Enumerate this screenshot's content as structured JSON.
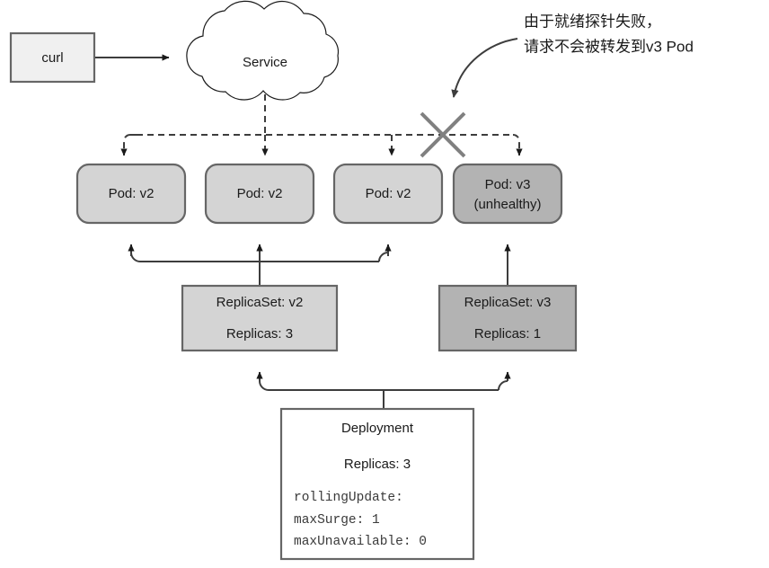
{
  "diagram": {
    "title": "Kubernetes rolling update with failing readiness probe",
    "colors": {
      "pod_v2_fill": "#d4d4d4",
      "pod_v3_fill": "#b3b3b3",
      "replicaset_v2_fill": "#d4d4d4",
      "replicaset_v3_fill": "#b3b3b3",
      "deployment_fill": "#ffffff",
      "curl_fill": "#f0f0f0",
      "service_fill": "#ffffff",
      "box_stroke": "#666666",
      "line_color": "#3d3d3d",
      "cross_color": "#808080"
    },
    "client": {
      "label": "curl"
    },
    "service": {
      "label": "Service"
    },
    "annotation": {
      "line1": "由于就绪探针失败，",
      "line2": "请求不会被转发到v3 Pod"
    },
    "pods": [
      {
        "label": "Pod: v2",
        "sublabel": "",
        "state": "healthy"
      },
      {
        "label": "Pod: v2",
        "sublabel": "",
        "state": "healthy"
      },
      {
        "label": "Pod: v2",
        "sublabel": "",
        "state": "healthy"
      },
      {
        "label": "Pod: v3",
        "sublabel": "(unhealthy)",
        "state": "unhealthy"
      }
    ],
    "replicasets": [
      {
        "name": "ReplicaSet: v2",
        "replicas": "Replicas: 3"
      },
      {
        "name": "ReplicaSet: v3",
        "replicas": "Replicas: 1"
      }
    ],
    "deployment": {
      "title": "Deployment",
      "replicas": "Replicas: 3",
      "strategy_lines": [
        "rollingUpdate:",
        " maxSurge: 1",
        " maxUnavailable: 0"
      ]
    }
  }
}
